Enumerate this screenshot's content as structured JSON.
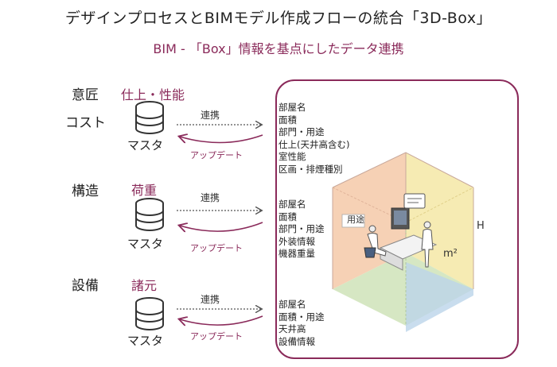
{
  "title": "デザインプロセスとBIMモデル作成フローの統合「3D-Box」",
  "subtitle": "BIM - 「Box」情報を基点にしたデータ連携",
  "rows": [
    {
      "categories": [
        "意匠",
        "コスト"
      ],
      "info_label": "仕上・性能",
      "link_label": "連携",
      "update_label": "アップデート",
      "master_label": "マスタ",
      "box_info": [
        "部屋名",
        "面積",
        "部門・用途",
        "仕上(天井高含む)",
        "室性能",
        "区画・排煙種別"
      ]
    },
    {
      "categories": [
        "構造"
      ],
      "info_label": "荷重",
      "link_label": "連携",
      "update_label": "アップデート",
      "master_label": "マスタ",
      "box_info": [
        "部屋名",
        "面積",
        "部門・用途",
        "外装情報",
        "機器重量"
      ]
    },
    {
      "categories": [
        "設備"
      ],
      "info_label": "諸元",
      "link_label": "連携",
      "update_label": "アップデート",
      "master_label": "マスタ",
      "box_info": [
        "部屋名",
        "面積・用途",
        "天井高",
        "設備情報"
      ]
    }
  ],
  "room": {
    "usage_label": "用途",
    "height_label": "H",
    "area_label": "m²"
  },
  "colors": {
    "accent": "#8a2a5a",
    "wall_orange": "#f4c9a8",
    "wall_yellow": "#f5e7a6",
    "wall_green": "#cfe3b8",
    "wall_blue": "#bcd4ea"
  }
}
